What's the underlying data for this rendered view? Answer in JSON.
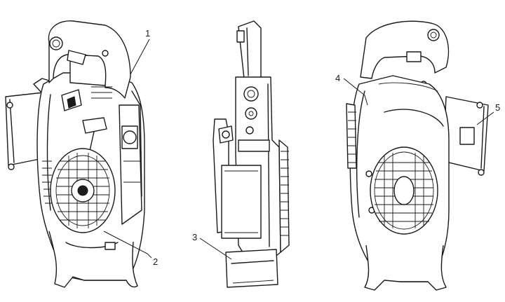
{
  "callouts": {
    "c1": "1",
    "c2": "2",
    "c3": "3",
    "c4": "4",
    "c5": "5"
  },
  "colors": {
    "line": "#1a1a1a",
    "background": "#ffffff"
  }
}
